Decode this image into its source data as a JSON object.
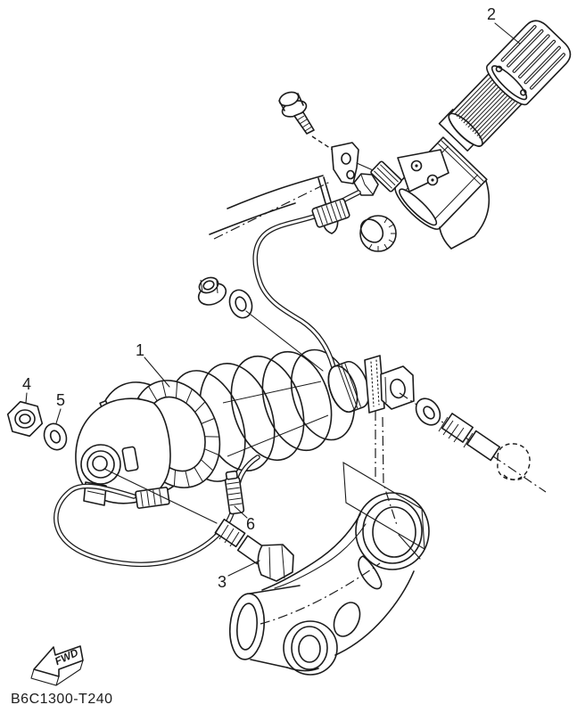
{
  "diagram": {
    "part_code": "B6C1300-T240",
    "fwd_arrow": {
      "label": "FWD"
    },
    "callouts": [
      {
        "label": "1"
      },
      {
        "label": "2"
      },
      {
        "label": "3"
      },
      {
        "label": "4"
      },
      {
        "label": "5"
      },
      {
        "label": "6"
      }
    ],
    "colors": {
      "line": "#1c1c1c",
      "background": "#ffffff"
    }
  }
}
